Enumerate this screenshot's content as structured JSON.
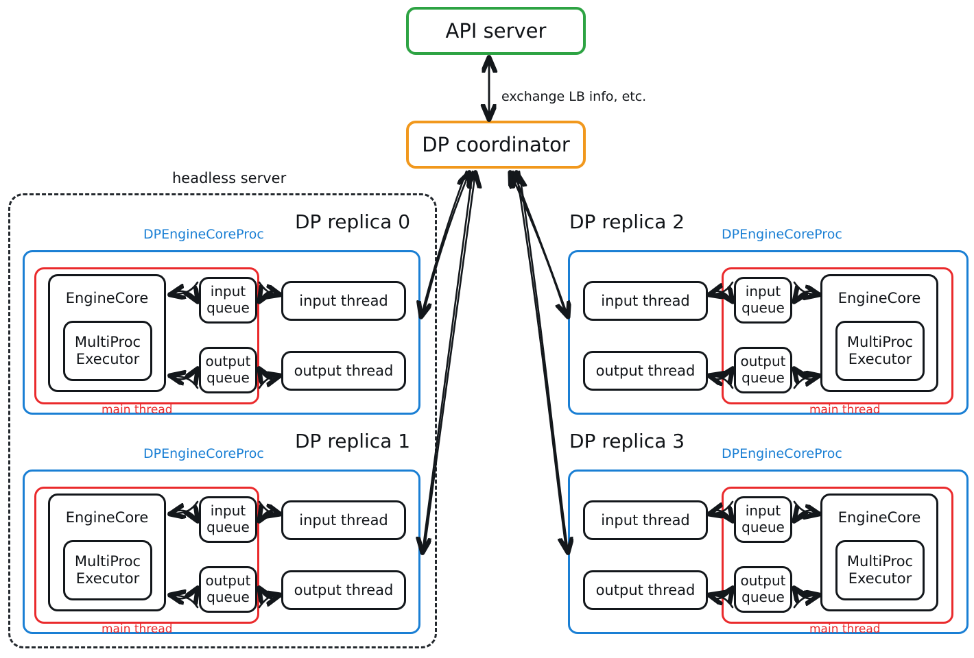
{
  "diagram": {
    "title_nodes": {
      "api_server": "API server",
      "dp_coordinator": "DP coordinator"
    },
    "edge_labels": {
      "api_to_coordinator": "exchange LB info, etc."
    },
    "group_labels": {
      "headless_server": "headless server"
    },
    "colors": {
      "api_server_border": "#2da343",
      "coordinator_border": "#f1981d",
      "process_border": "#1a7fd4",
      "main_thread_border": "#ea2a2c",
      "node_border": "#13171b",
      "headless_border": "#23282d"
    },
    "common": {
      "process_label": "DPEngineCoreProc",
      "main_thread_label": "main thread",
      "engine_core": "EngineCore",
      "multiproc_executor_line1": "MultiProc",
      "multiproc_executor_line2": "Executor",
      "input_queue_line1": "input",
      "input_queue_line2": "queue",
      "output_queue_line1": "output",
      "output_queue_line2": "queue",
      "input_thread": "input thread",
      "output_thread": "output thread"
    },
    "replicas": [
      {
        "id": 0,
        "title": "DP replica 0",
        "side": "left",
        "inside_headless": true
      },
      {
        "id": 1,
        "title": "DP replica 1",
        "side": "left",
        "inside_headless": true
      },
      {
        "id": 2,
        "title": "DP replica 2",
        "side": "right",
        "inside_headless": false
      },
      {
        "id": 3,
        "title": "DP replica 3",
        "side": "right",
        "inside_headless": false
      }
    ]
  }
}
